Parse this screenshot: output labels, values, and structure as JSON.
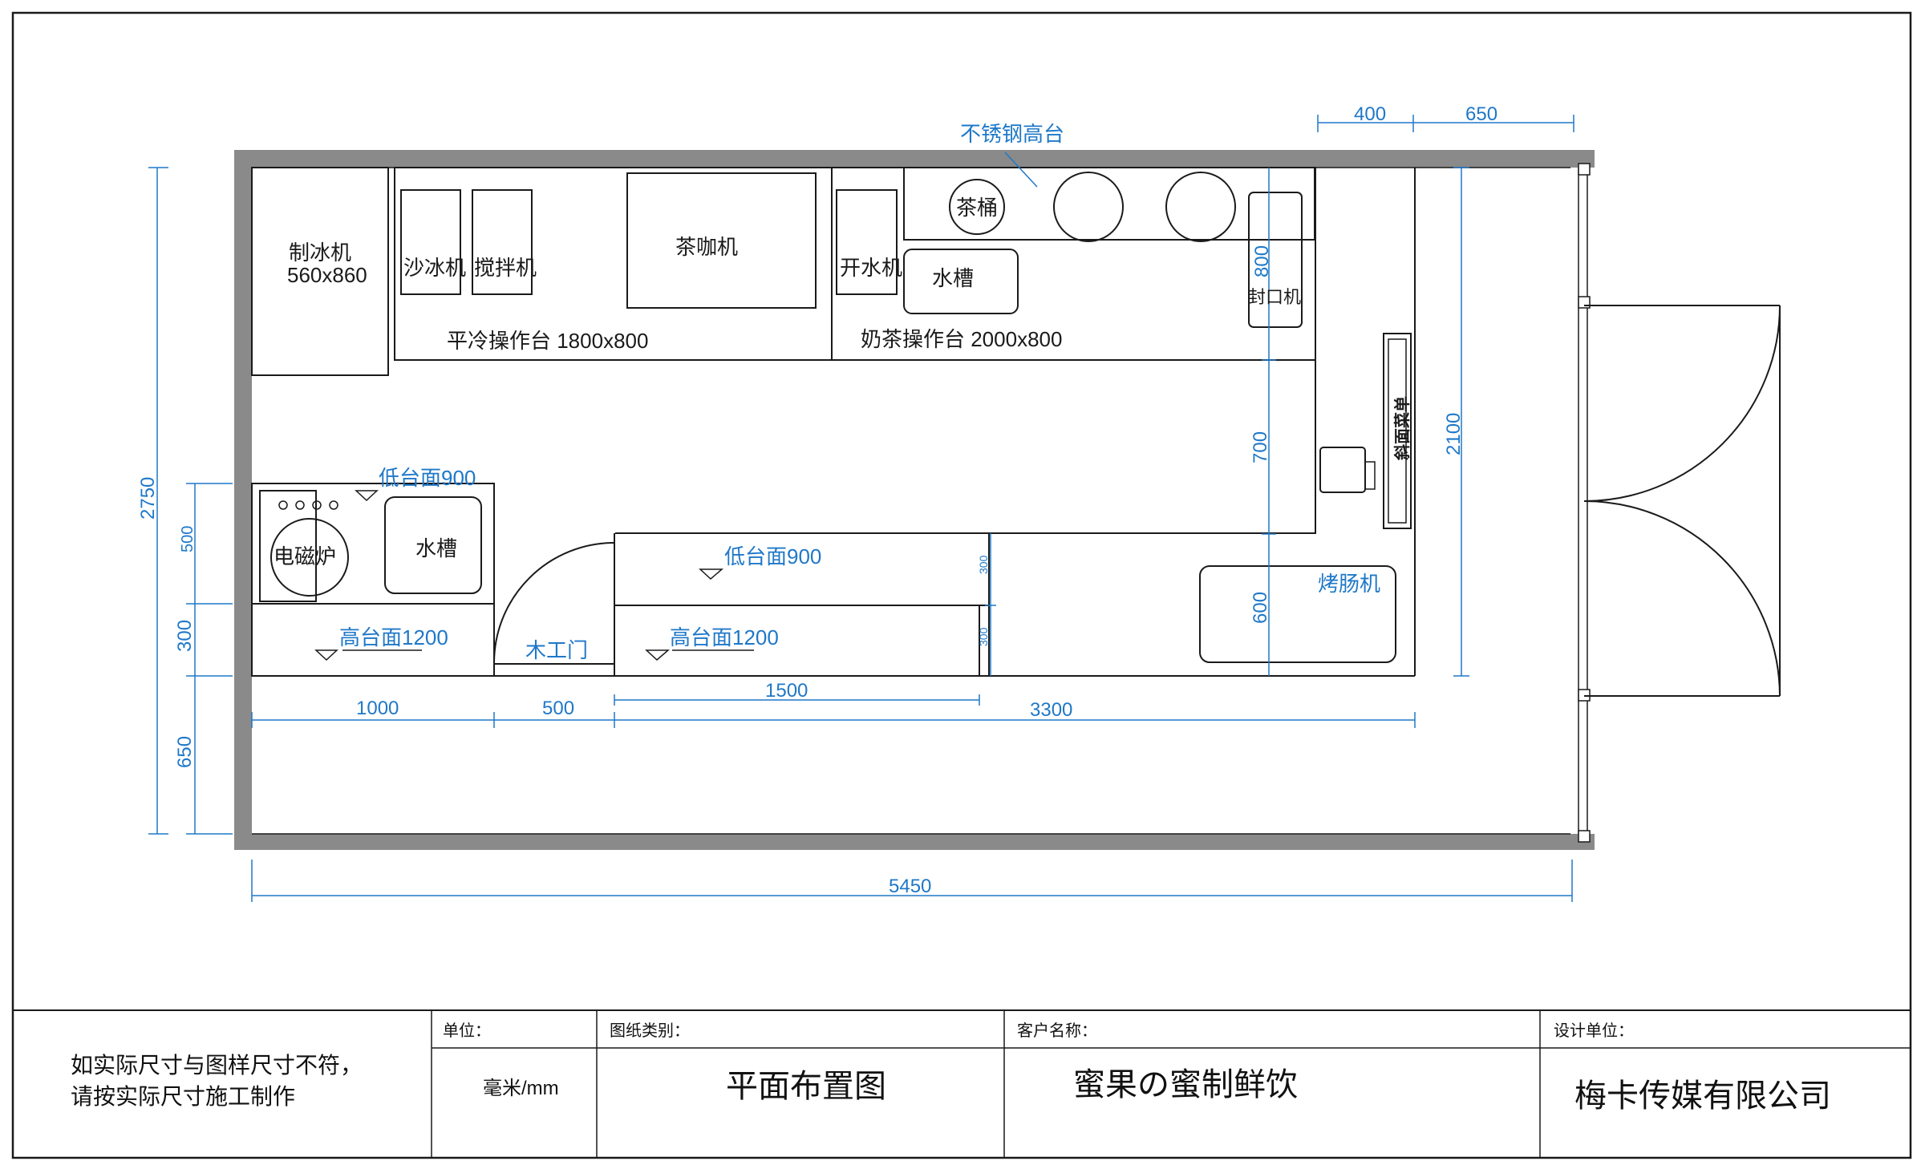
{
  "plan": {
    "equipment": {
      "ice_machine": "制冰机",
      "ice_machine_size": "560x860",
      "smoothie_machine": "沙冰机",
      "blender": "搅拌机",
      "tea_coffee_machine": "茶咖机",
      "flat_cool_counter": "平冷操作台 1800x800",
      "water_boiler": "开水机",
      "tea_bucket": "茶桶",
      "sink_top": "水槽",
      "milk_tea_counter": "奶茶操作台 2000x800",
      "sealing_machine": "封口机",
      "stainless_counter": "不锈钢高台",
      "induction_cooker": "电磁炉",
      "sink_left": "水槽",
      "low_counter_left": "低台面900",
      "high_counter_left": "高台面1200",
      "wood_door": "木工门",
      "low_counter_mid": "低台面900",
      "high_counter_mid": "高台面1200",
      "sausage_grill": "烤肠机",
      "menu_board": "斜面菜单"
    },
    "dimensions": {
      "top_400": "400",
      "top_650": "650",
      "left_2750": "2750",
      "left_500": "500",
      "left_300": "300",
      "left_650": "650",
      "v_800": "800",
      "v_700": "700",
      "v_600": "600",
      "v_2100": "2100",
      "small_300_a": "300",
      "small_300_b": "300",
      "bottom_1000": "1000",
      "bottom_500": "500",
      "bottom_1500": "1500",
      "bottom_3300": "3300",
      "total_5450": "5450"
    }
  },
  "title_block": {
    "note_line1": "如实际尺寸与图样尺寸不符，",
    "note_line2": "请按实际尺寸施工制作",
    "unit_label": "单位：",
    "unit_value": "毫米/mm",
    "drawing_type_label": "图纸类别：",
    "drawing_type_value": "平面布置图",
    "client_label": "客户名称：",
    "client_value": "蜜果の蜜制鲜饮",
    "designer_label": "设计单位：",
    "designer_value": "梅卡传媒有限公司"
  }
}
